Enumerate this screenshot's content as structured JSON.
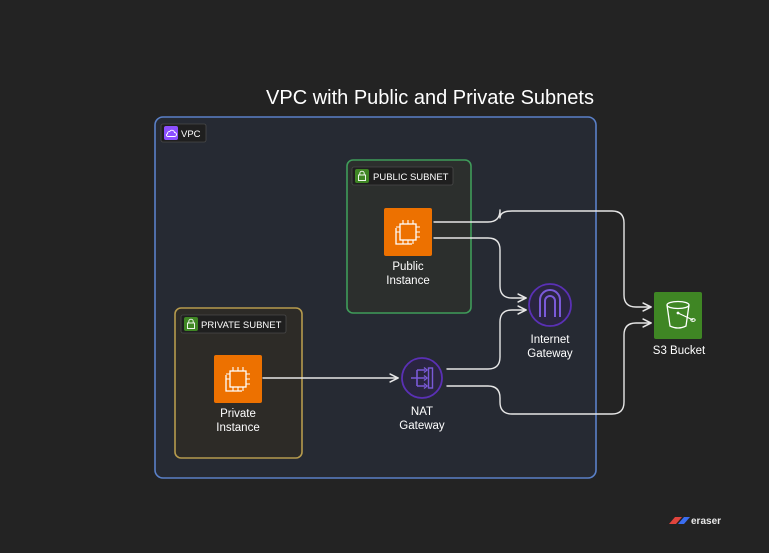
{
  "title": "VPC with Public and Private Subnets",
  "groups": {
    "vpc": "VPC",
    "public_subnet": "PUBLIC SUBNET",
    "private_subnet": "PRIVATE SUBNET"
  },
  "nodes": {
    "public_instance": [
      "Public",
      "Instance"
    ],
    "private_instance": [
      "Private",
      "Instance"
    ],
    "internet_gateway": [
      "Internet",
      "Gateway"
    ],
    "nat_gateway": [
      "NAT",
      "Gateway"
    ],
    "s3_bucket": [
      "S3 Bucket"
    ]
  },
  "brand": "eraser",
  "colors": {
    "background": "#232323",
    "vpc_border": "#5a80c8",
    "vpc_tag": "#8c4fff",
    "public_subnet_border": "#3f9c5a",
    "private_subnet_border": "#b59a4d",
    "subnet_tag": "#3f8624",
    "ec2": "#ed7100",
    "network": "#5a30b5",
    "s3": "#3f8624"
  },
  "icons": {
    "vpc": "vpc-cloud-icon",
    "subnet": "lock-icon",
    "ec2": "ec2-instance-icon",
    "internet_gateway": "internet-gateway-icon",
    "nat_gateway": "nat-gateway-icon",
    "s3": "s3-bucket-icon"
  }
}
